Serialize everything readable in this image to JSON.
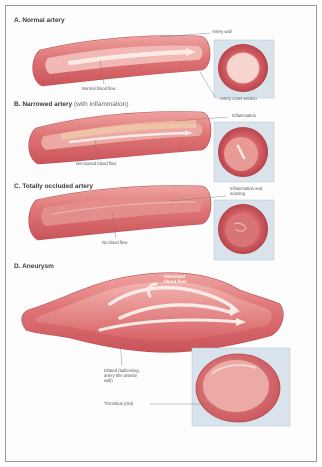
{
  "diagram": {
    "colors": {
      "artery_outer": "#d9656a",
      "artery_mid": "#e88a8a",
      "artery_light": "#f2b8b4",
      "lumen": "#f7d5cf",
      "flow_arrow": "#fbeae6",
      "inset_bg": "#d9e3ec",
      "plaque": "#f3d8a9",
      "label_line": "#777777",
      "frame": "#9a9a9a"
    },
    "sections": [
      {
        "id": "A",
        "letter": "A.",
        "title": "Normal artery",
        "subtitle": "",
        "labels": {
          "wall": "Artery wall",
          "flow": "Normal blood flow",
          "cross_section": "Artery cross section"
        }
      },
      {
        "id": "B",
        "letter": "B.",
        "title": "Narrowed artery",
        "subtitle": "(with inflammation)",
        "labels": {
          "plaque": "Inflammation",
          "flow": "Decreased blood flow"
        }
      },
      {
        "id": "C",
        "letter": "C.",
        "title": "Totally occluded artery",
        "subtitle": "",
        "labels": {
          "plaque": "Inflammation and scarring",
          "flow": "No blood flow"
        }
      },
      {
        "id": "D",
        "letter": "D.",
        "title": "Aneurysm",
        "subtitle": "",
        "labels": {
          "flow": "Abnormal blood flow",
          "wall": "Dilated (ballooning artery thin arterial wall)",
          "thrombus": "Thrombus (clot)"
        }
      }
    ]
  }
}
